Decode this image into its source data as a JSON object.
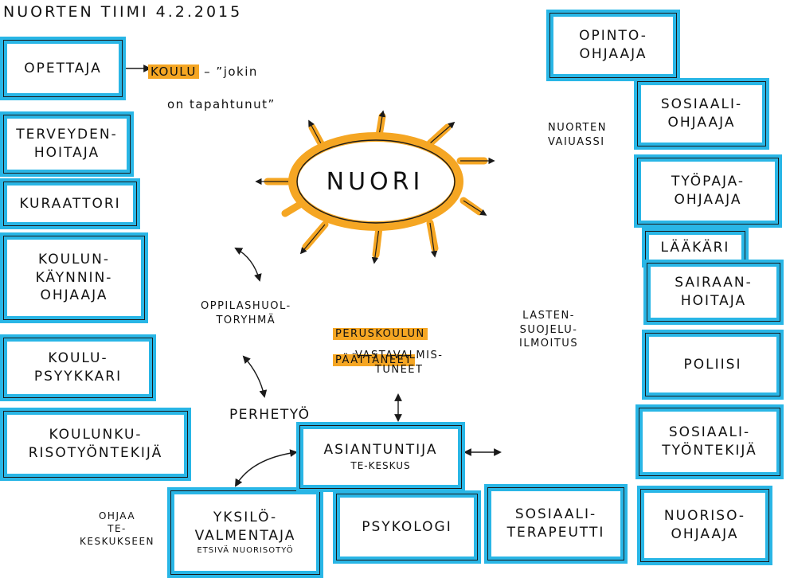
{
  "title": "NUORTEN TIIMI 4.2.2015",
  "center": "NUORI",
  "colors": {
    "box_border": "#29b6e6",
    "highlight": "#f5a623",
    "ink": "#1a1a1a"
  },
  "notes": {
    "koulu_word": "KOULU",
    "koulu_rest": " – ”jokin",
    "koulu_line2": "on tapahtunut”",
    "nuorten_vaiuassi": "NUORTEN\nVAIUASSI",
    "oppilashuolto": "OPPILASHUOL-\nTORYHMÄ",
    "peruskoulun_1": "PERUSKOULUN",
    "peruskoulun_2": "PÄÄTTÄNEET",
    "vastavalmistuneet": "VASTAVALMIS-\nTUNEET",
    "lastensuojelu": "LASTEN-\nSUOJELU-\nILMOITUS",
    "perhetyo": "PERHETYÖ",
    "ohjaa": "OHJAA\nTE-\nKESKUKSEEN"
  },
  "boxes": {
    "opettaja": "OPETTAJA",
    "terveydenhoitaja": "TERVEYDEN-\nHOITAJA",
    "kuraattori": "KURAATTORI",
    "koulunkaynninohjaaja": "KOULUN-\nKÄYNNIN-\nOHJAAJA",
    "koulupsykiatri": "KOULU-\nPSYYKKARI",
    "koulunkuraattori": "KOULUNKU-\nRISOTYÖNTEKIJÄ",
    "yksilovalmentaja": "YKSILÖ-\nVALMENTAJA",
    "yksilovalmentaja_sub": "ETSIVÄ NUORISOTYÖ",
    "psykologi": "PSYKOLOGI",
    "sosiaaliterapeutti": "SOSIAALI-\nTERAPEUTTI",
    "asiantuntija": "ASIANTUNTIJA",
    "asiantuntija_sub": "TE-KESKUS",
    "opinto_ohjaaja": "OPINTO-\nOHJAAJA",
    "sosiaaliohjaaja": "SOSIAALI-\nOHJAAJA",
    "tyopajaohjaaja": "TYÖPAJA-\nOHJAAJA",
    "laakari": "LÄÄKÄRI",
    "sairaanhoitaja": "SAIRAAN-\nHOITAJA",
    "poliisi": "POLIISI",
    "sosiaalityontekija": "SOSIAALI-\nTYÖNTEKIJÄ",
    "nuorisoohjaaja": "NUORISO-\nOHJAAJA"
  }
}
